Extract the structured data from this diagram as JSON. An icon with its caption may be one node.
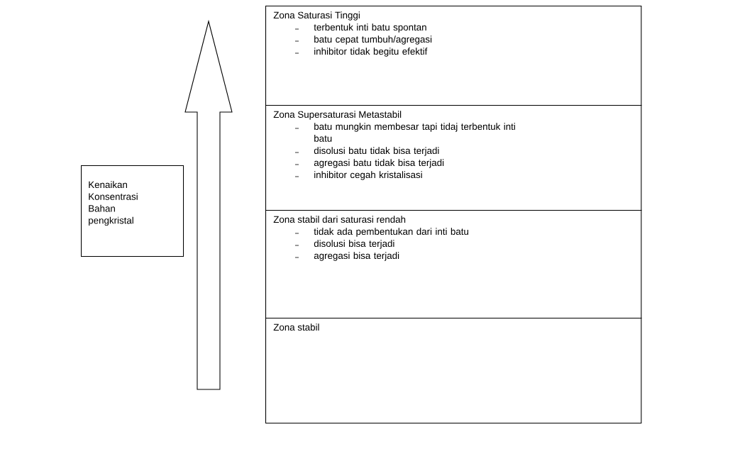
{
  "diagram": {
    "nodes": [
      {
        "text": [
          "Kenaikan Konsentrasi Bahan pengkristal"
        ]
      },
      {
        "text": [
          "Zona Saturasi Tinggi",
          "terbentuk inti batu spontan",
          "batu cepat tumbuh/agregasi",
          "inhibitor tidak begitu efektif"
        ]
      },
      {
        "text": [
          "Zona Supersaturasi Metastabil",
          "batu mungkin membesar tapi tidaj terbentuk inti batu",
          "disolusi batu tidak bisa terjadi",
          "agregasi batu tidak bisa terjadi",
          "inhibitor cegah kristalisasi"
        ]
      },
      {
        "text": [
          "Zona stabil dari saturasi rendah",
          "tidak ada pembentukan dari inti batu",
          "disolusi bisa terjadi",
          "agregasi bisa terjadi"
        ]
      },
      {
        "text": [
          "Zona stabil"
        ]
      }
    ]
  }
}
